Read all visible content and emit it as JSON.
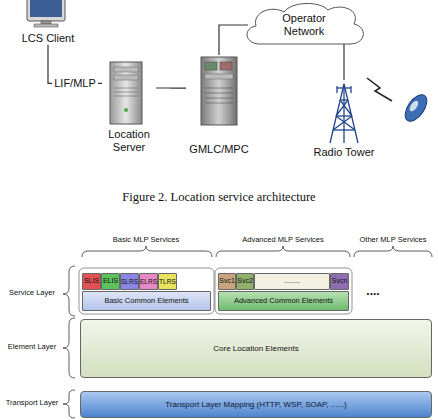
{
  "diagram": {
    "caption": "Figure 2. Location service architecture",
    "nodes": [
      {
        "text": [
          "LCS Client"
        ]
      },
      {
        "text": [
          "Location Server"
        ]
      },
      {
        "text": [
          "GMLC/MPC"
        ]
      },
      {
        "text": [
          "Operator Network"
        ]
      },
      {
        "text": [
          "Radio Tower"
        ]
      },
      {
        "text": [
          "SLIS"
        ]
      },
      {
        "text": [
          "ELIS"
        ]
      },
      {
        "text": [
          "SLRS"
        ]
      },
      {
        "text": [
          "ELRS"
        ]
      },
      {
        "text": [
          "TLRS"
        ]
      },
      {
        "text": [
          "Basic Common Elements"
        ]
      },
      {
        "text": [
          "Svc1"
        ]
      },
      {
        "text": [
          "Svc2"
        ]
      },
      {
        "text": [
          "........"
        ]
      },
      {
        "text": [
          "Svcn"
        ]
      },
      {
        "text": [
          "Advanced Common Elements"
        ]
      },
      {
        "text": [
          "Core Location Elements"
        ]
      },
      {
        "text": [
          "Transport Layer Mapping (HTTP, WSP, SOAP, ......)"
        ]
      }
    ],
    "edges": [
      {
        "from": 0,
        "to": 1,
        "label": "LIF/MLP",
        "arrow": "none"
      },
      {
        "from": 1,
        "to": 2,
        "arrow": "none"
      },
      {
        "from": 2,
        "to": 3,
        "arrow": "none"
      },
      {
        "from": 3,
        "to": 4,
        "arrow": "none"
      }
    ],
    "labels": [
      "Basic MLP Services",
      "Advanced MLP Services",
      "Other MLP Services",
      "Service Layer",
      "Element Layer",
      "Transport Layer",
      "...."
    ]
  }
}
